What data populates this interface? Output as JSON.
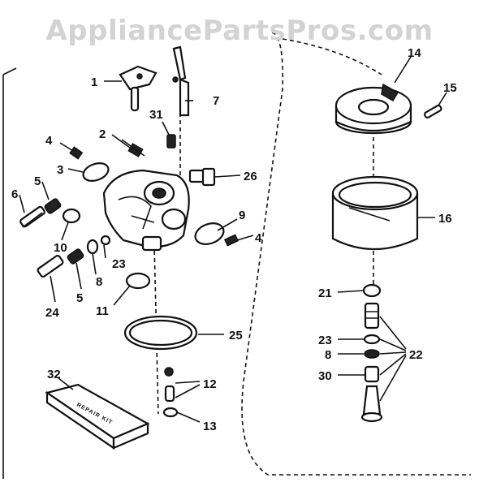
{
  "watermark": "AppliancePartsPros.com",
  "kit_label": "REPAIR KIT",
  "callouts": [
    {
      "id": "c1",
      "label": "1"
    },
    {
      "id": "c2",
      "label": "2"
    },
    {
      "id": "c3",
      "label": "3"
    },
    {
      "id": "c4a",
      "label": "4"
    },
    {
      "id": "c4b",
      "label": "4"
    },
    {
      "id": "c5a",
      "label": "5"
    },
    {
      "id": "c5b",
      "label": "5"
    },
    {
      "id": "c6",
      "label": "6"
    },
    {
      "id": "c7",
      "label": "7"
    },
    {
      "id": "c8a",
      "label": "8"
    },
    {
      "id": "c8b",
      "label": "8"
    },
    {
      "id": "c9",
      "label": "9"
    },
    {
      "id": "c10",
      "label": "10"
    },
    {
      "id": "c11",
      "label": "11"
    },
    {
      "id": "c12",
      "label": "12"
    },
    {
      "id": "c13",
      "label": "13"
    },
    {
      "id": "c14",
      "label": "14"
    },
    {
      "id": "c15",
      "label": "15"
    },
    {
      "id": "c16",
      "label": "16"
    },
    {
      "id": "c21",
      "label": "21"
    },
    {
      "id": "c22",
      "label": "22"
    },
    {
      "id": "c23a",
      "label": "23"
    },
    {
      "id": "c23b",
      "label": "23"
    },
    {
      "id": "c24",
      "label": "24"
    },
    {
      "id": "c25",
      "label": "25"
    },
    {
      "id": "c26",
      "label": "26"
    },
    {
      "id": "c30",
      "label": "30"
    },
    {
      "id": "c31",
      "label": "31"
    },
    {
      "id": "c32",
      "label": "32"
    }
  ]
}
